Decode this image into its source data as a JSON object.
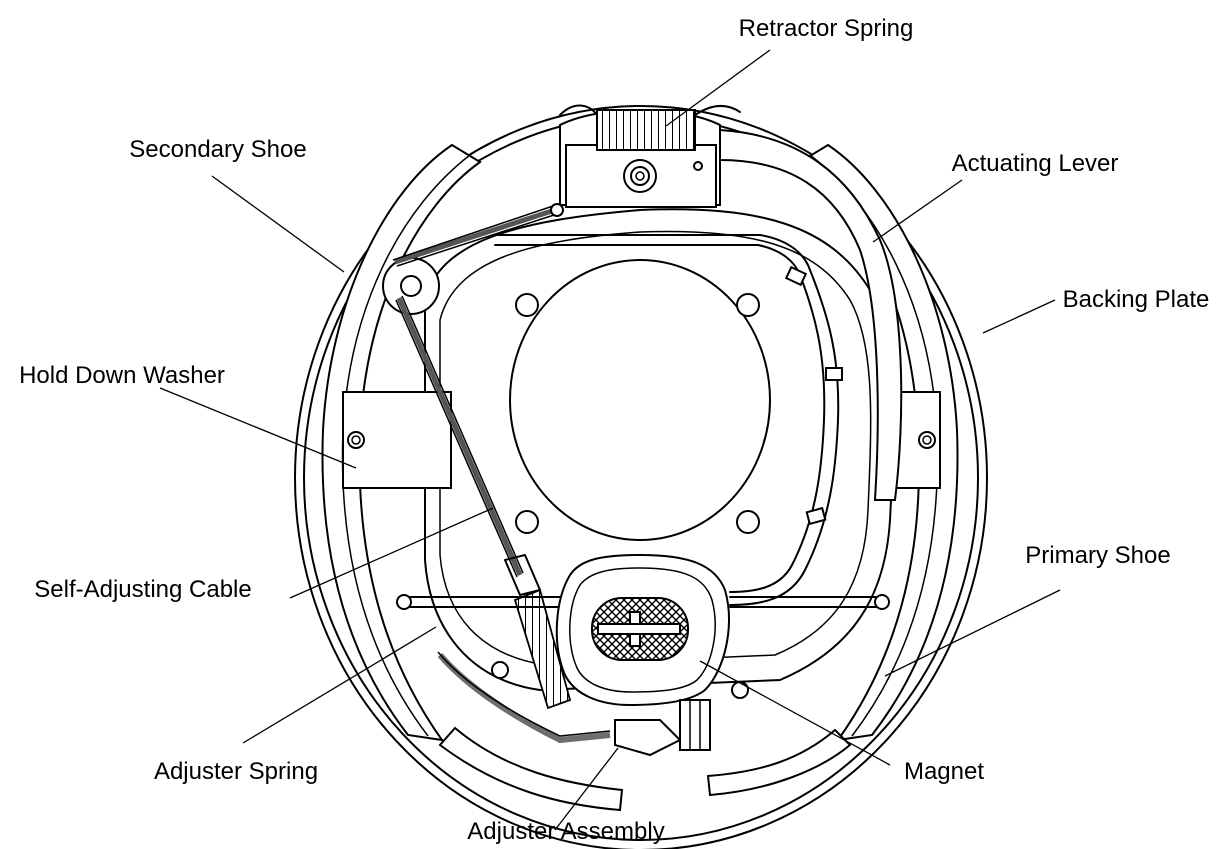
{
  "labels": {
    "retractor_spring": "Retractor Spring",
    "secondary_shoe": "Secondary Shoe",
    "actuating_lever": "Actuating Lever",
    "backing_plate": "Backing Plate",
    "hold_down_washer": "Hold Down Washer",
    "self_adjusting_cable": "Self-Adjusting Cable",
    "primary_shoe": "Primary Shoe",
    "magnet": "Magnet",
    "adjuster_spring": "Adjuster Spring",
    "adjuster_assembly": "Adjuster Assembly"
  }
}
